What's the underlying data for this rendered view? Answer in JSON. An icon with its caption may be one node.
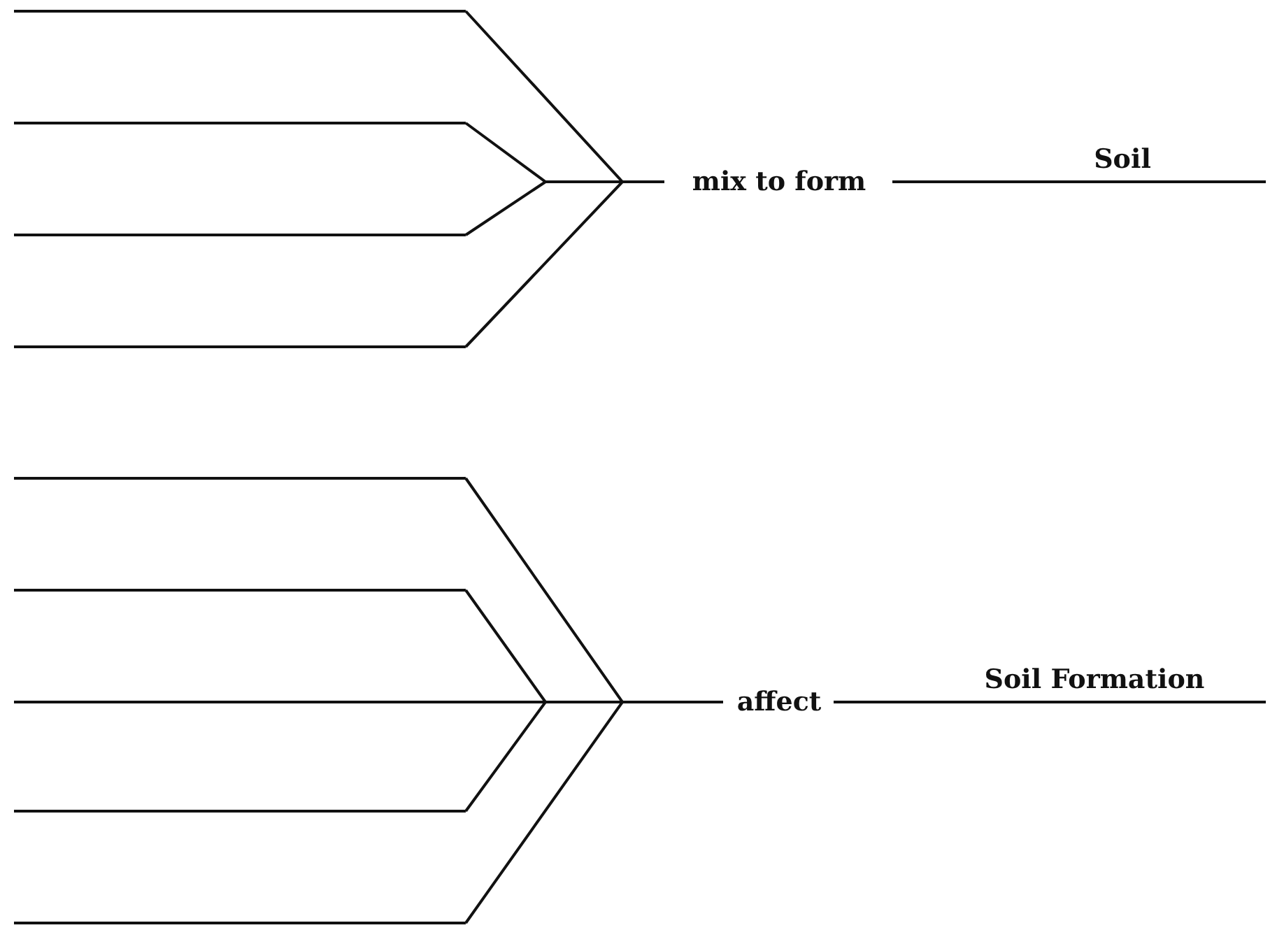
{
  "diagram": {
    "nodes": [
      {
        "text": [],
        "shape": "line"
      },
      {
        "text": [],
        "shape": "line"
      },
      {
        "text": [],
        "shape": "line"
      },
      {
        "text": [],
        "shape": "line"
      },
      {
        "text": [
          "mix to form"
        ]
      },
      {
        "text": [
          "Soil"
        ]
      },
      {
        "text": [],
        "shape": "line"
      },
      {
        "text": [],
        "shape": "line"
      },
      {
        "text": [],
        "shape": "line"
      },
      {
        "text": [],
        "shape": "line"
      },
      {
        "text": [],
        "shape": "line"
      },
      {
        "text": [
          "affect"
        ]
      },
      {
        "text": [
          "Soil Formation"
        ]
      }
    ],
    "edges": [
      {
        "from": 0,
        "to": 4,
        "arrow": "none"
      },
      {
        "from": 1,
        "to": 4,
        "arrow": "none"
      },
      {
        "from": 2,
        "to": 4,
        "arrow": "none"
      },
      {
        "from": 3,
        "to": 4,
        "arrow": "none"
      },
      {
        "from": 4,
        "to": 5,
        "arrow": "none"
      },
      {
        "from": 6,
        "to": 11,
        "arrow": "none"
      },
      {
        "from": 7,
        "to": 11,
        "arrow": "none"
      },
      {
        "from": 8,
        "to": 11,
        "arrow": "none"
      },
      {
        "from": 9,
        "to": 11,
        "arrow": "none"
      },
      {
        "from": 10,
        "to": 11,
        "arrow": "none"
      },
      {
        "from": 11,
        "to": 12,
        "arrow": "none"
      }
    ]
  }
}
